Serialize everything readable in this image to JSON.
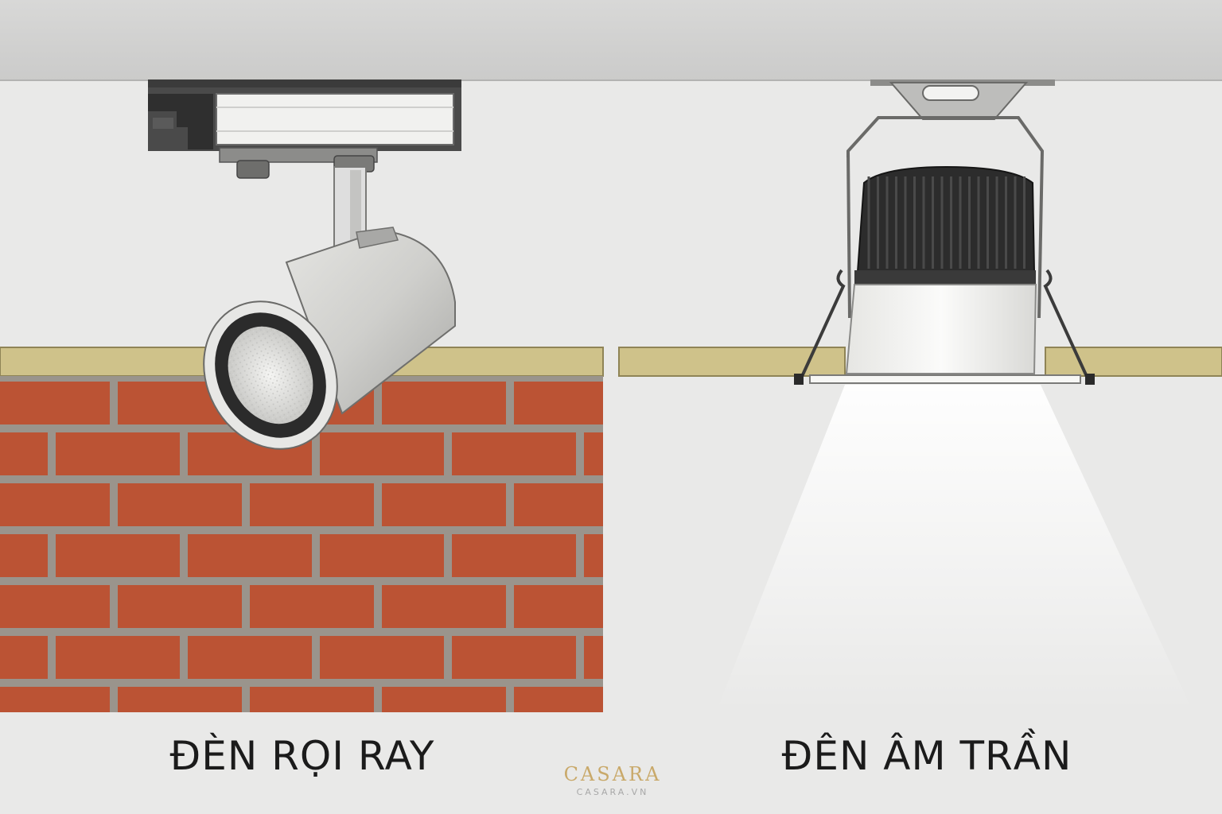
{
  "labels": {
    "left": "ĐÈN RỌI RAY",
    "right": "ĐÊN ÂM TRẦN"
  },
  "brand": {
    "name": "CASARA",
    "url": "CASARA.VN"
  },
  "colors": {
    "ceiling": "#d2d2d1",
    "wall": "#e9e9e8",
    "ceiling_board": "#cfc28a",
    "brick": "#bb5334",
    "mortar": "#9a948c",
    "fixture_body": "#d6d6d3",
    "heatsink": "#2c2c2c",
    "light_beam": "#ffffff",
    "brand_gold": "#c9a96a"
  },
  "icons": {
    "left_fixture": "track-spotlight-icon",
    "right_fixture": "recessed-downlight-icon"
  }
}
